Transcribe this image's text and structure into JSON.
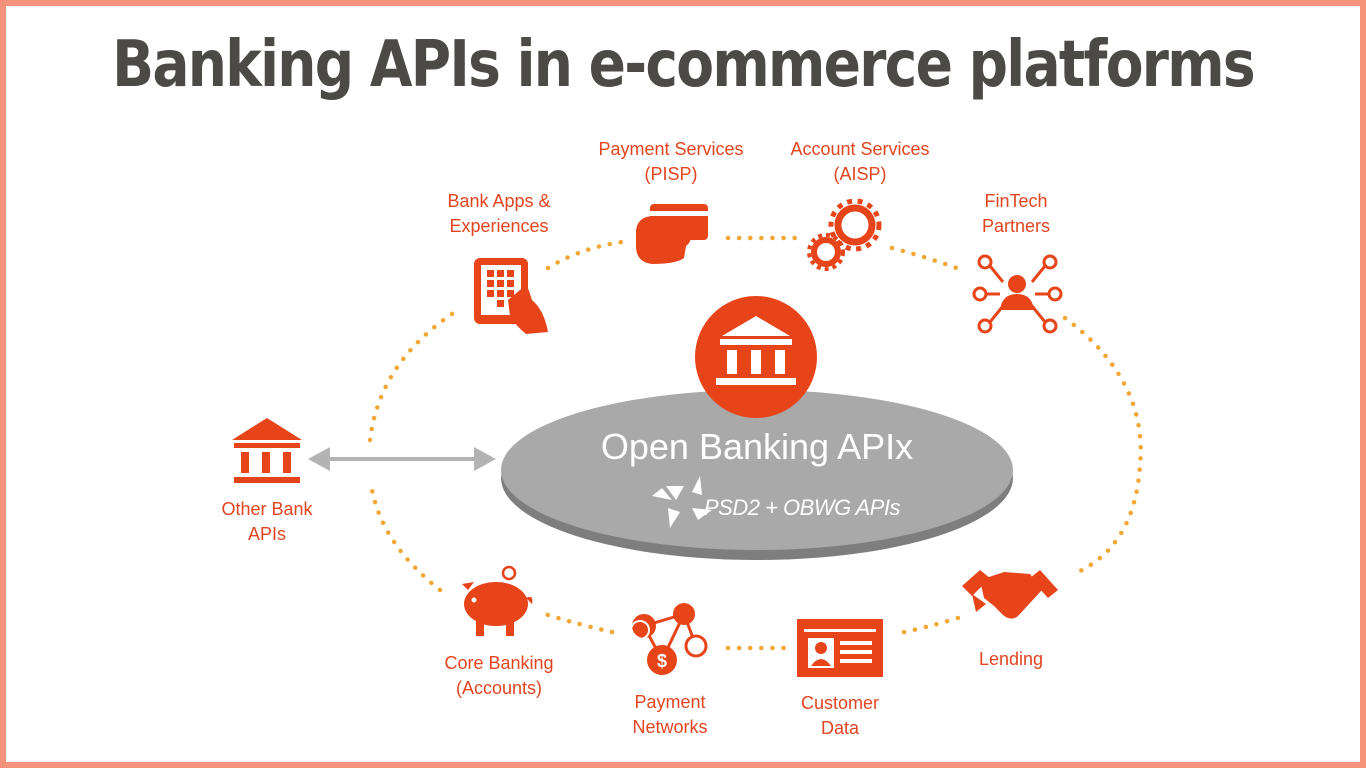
{
  "title": "Banking APIs in e-commerce platforms",
  "colors": {
    "accent": "#e8441a",
    "dots": "#f2a735",
    "platform": "#a9a9a9",
    "border": "#f4937a",
    "title": "#4b4a46"
  },
  "hub": {
    "label": "Open Banking APIx",
    "sublabel": "PSD2 + OBWG APIs",
    "icon": "bank-icon"
  },
  "nodes": {
    "payment_services": {
      "label": "Payment Services\n(PISP)",
      "icon": "payment-card-icon"
    },
    "account_services": {
      "label": "Account Services\n(AISP)",
      "icon": "gears-icon"
    },
    "bank_apps": {
      "label": "Bank Apps &\nExperiences",
      "icon": "tablet-hand-icon"
    },
    "fintech": {
      "label": "FinTech\nPartners",
      "icon": "network-person-icon"
    },
    "other_bank": {
      "label": "Other Bank\nAPIs",
      "icon": "bank-icon"
    },
    "core_banking": {
      "label": "Core Banking\n(Accounts)",
      "icon": "piggy-bank-icon"
    },
    "payment_networks": {
      "label": "Payment\nNetworks",
      "icon": "dollar-network-icon"
    },
    "customer_data": {
      "label": "Customer\nData",
      "icon": "id-card-icon"
    },
    "lending": {
      "label": "Lending",
      "icon": "handshake-icon"
    }
  }
}
